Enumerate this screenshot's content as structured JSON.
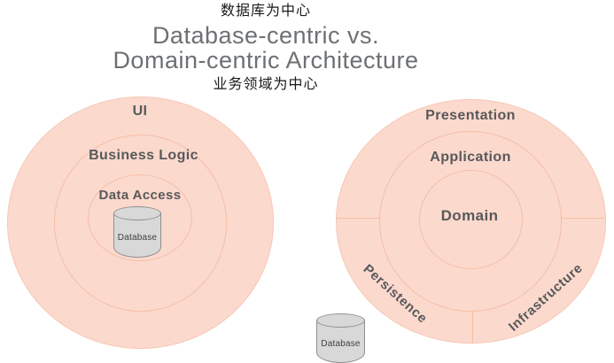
{
  "header": {
    "label_top": "数据库为中心",
    "title_line1": "Database-centric vs.",
    "title_line2": "Domain-centric Architecture",
    "label_bottom": "业务领域为中心"
  },
  "left_diagram": {
    "style": "database-centric",
    "rings": [
      "UI",
      "Business Logic",
      "Data Access"
    ],
    "database_label": "Database",
    "database_position": "center"
  },
  "right_diagram": {
    "style": "domain-centric",
    "rings": [
      "Presentation",
      "Application",
      "Domain"
    ],
    "outer_segments": [
      "Persistence",
      "Infrastructure"
    ],
    "database_label": "Database",
    "database_position": "outside-bottom-left"
  },
  "colors": {
    "circle_fill": "#fcd9cd",
    "ring_stroke": "#f3bfa7",
    "layer_text": "#58595b",
    "title_text": "#6d7073",
    "cn_text": "#1a1a1a",
    "cylinder_fill": "#d8d8d8",
    "cylinder_stroke": "#8f8f8f"
  }
}
